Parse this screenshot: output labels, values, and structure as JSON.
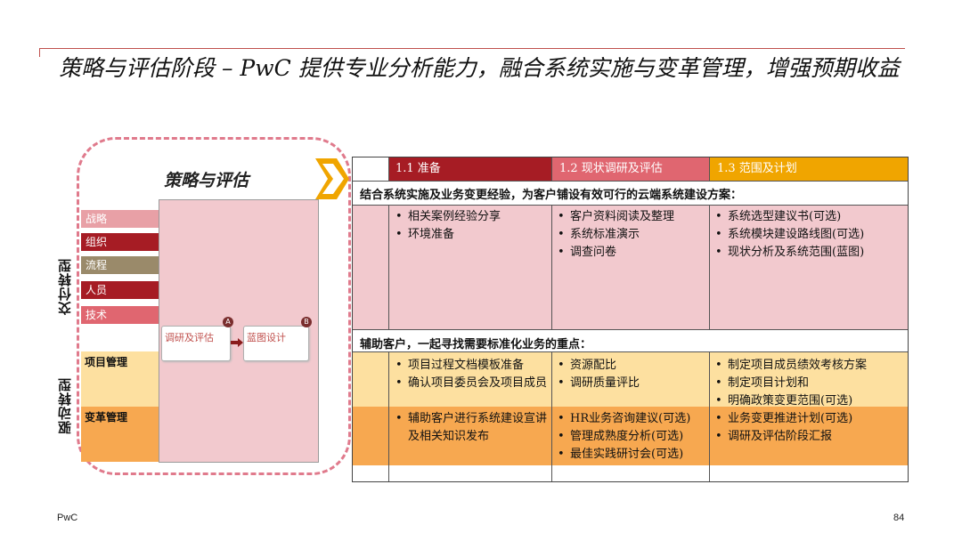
{
  "title": "策略与评估阶段 – PwC 提供专业分析能力，融合系统实施与变革管理，增强预期收益",
  "stage": {
    "name": "策略与评估",
    "steps": [
      {
        "label": "调研及评估",
        "badge": "A"
      },
      {
        "label": "蓝图设计",
        "badge": "B"
      }
    ]
  },
  "lanes": {
    "delivery": {
      "label": "交付转型",
      "rows": [
        {
          "label": "战略",
          "color": "#e8a0a6"
        },
        {
          "label": "组织",
          "color": "#a61c24"
        },
        {
          "label": "流程",
          "color": "#9a8a6a"
        },
        {
          "label": "人员",
          "color": "#a61c24"
        },
        {
          "label": "技术",
          "color": "#e06670"
        }
      ]
    },
    "drive": {
      "label": "驱动转型",
      "rows": [
        {
          "label": "项目管理"
        },
        {
          "label": "变革管理"
        }
      ]
    }
  },
  "table": {
    "headers": [
      {
        "label": "1.1 准备",
        "color": "#a61c24"
      },
      {
        "label": "1.2 现状调研及评估",
        "color": "#e06670"
      },
      {
        "label": "1.3 范围及计划",
        "color": "#f0a500"
      }
    ],
    "note_delivery": "结合系统实施及业务变更经验，为客户铺设有效可行的云端系统建设方案：",
    "note_drive": "辅助客户，一起寻找需要标准化业务的重点：",
    "delivery_cells": [
      [
        "相关案例经验分享",
        "环境准备"
      ],
      [
        "客户资料阅读及整理",
        "系统标准演示",
        "调查问卷"
      ],
      [
        "系统选型建议书(可选)",
        "系统模块建设路线图(可选)",
        "现状分析及系统范围(蓝图)"
      ]
    ],
    "pm_cells": [
      [
        "项目过程文档模板准备",
        "确认项目委员会及项目成员"
      ],
      [
        "资源配比",
        "调研质量评比"
      ],
      [
        "制定项目成员绩效考核方案",
        "制定项目计划和",
        "明确政策变更范围(可选)"
      ]
    ],
    "cm_cells": [
      [
        "辅助客户进行系统建设宣讲及相关知识发布"
      ],
      [
        "HR业务咨询建议(可选)",
        "管理成熟度分析(可选)",
        "最佳实践研讨会(可选)"
      ],
      [
        "业务变更推进计划(可选)",
        "调研及评估阶段汇报"
      ]
    ],
    "colors": {
      "delivery_bg": "#f2c9ce",
      "pm_bg": "#fde0a0",
      "cm_bg": "#f7a850"
    }
  },
  "footer": {
    "brand": "PwC",
    "page": "84"
  }
}
